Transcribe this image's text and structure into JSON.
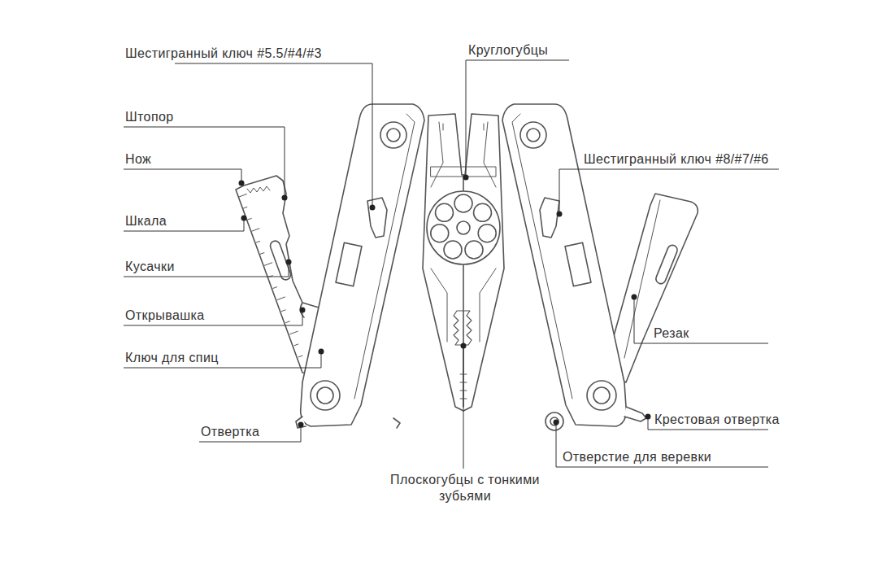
{
  "diagram": {
    "labels": [
      "Шестигранный ключ #5.5/#4/#3",
      "Круглогубцы",
      "Штопор",
      "Нож",
      "Шестигранный ключ #8/#7/#6",
      "Шкала",
      "Кусачки",
      "Открывашка",
      "Резак",
      "Ключ для спиц",
      "Крестовая отвертка",
      "Отвертка",
      "Отверстие для веревки",
      "Плоскогубцы с тонкими зубьями"
    ]
  }
}
